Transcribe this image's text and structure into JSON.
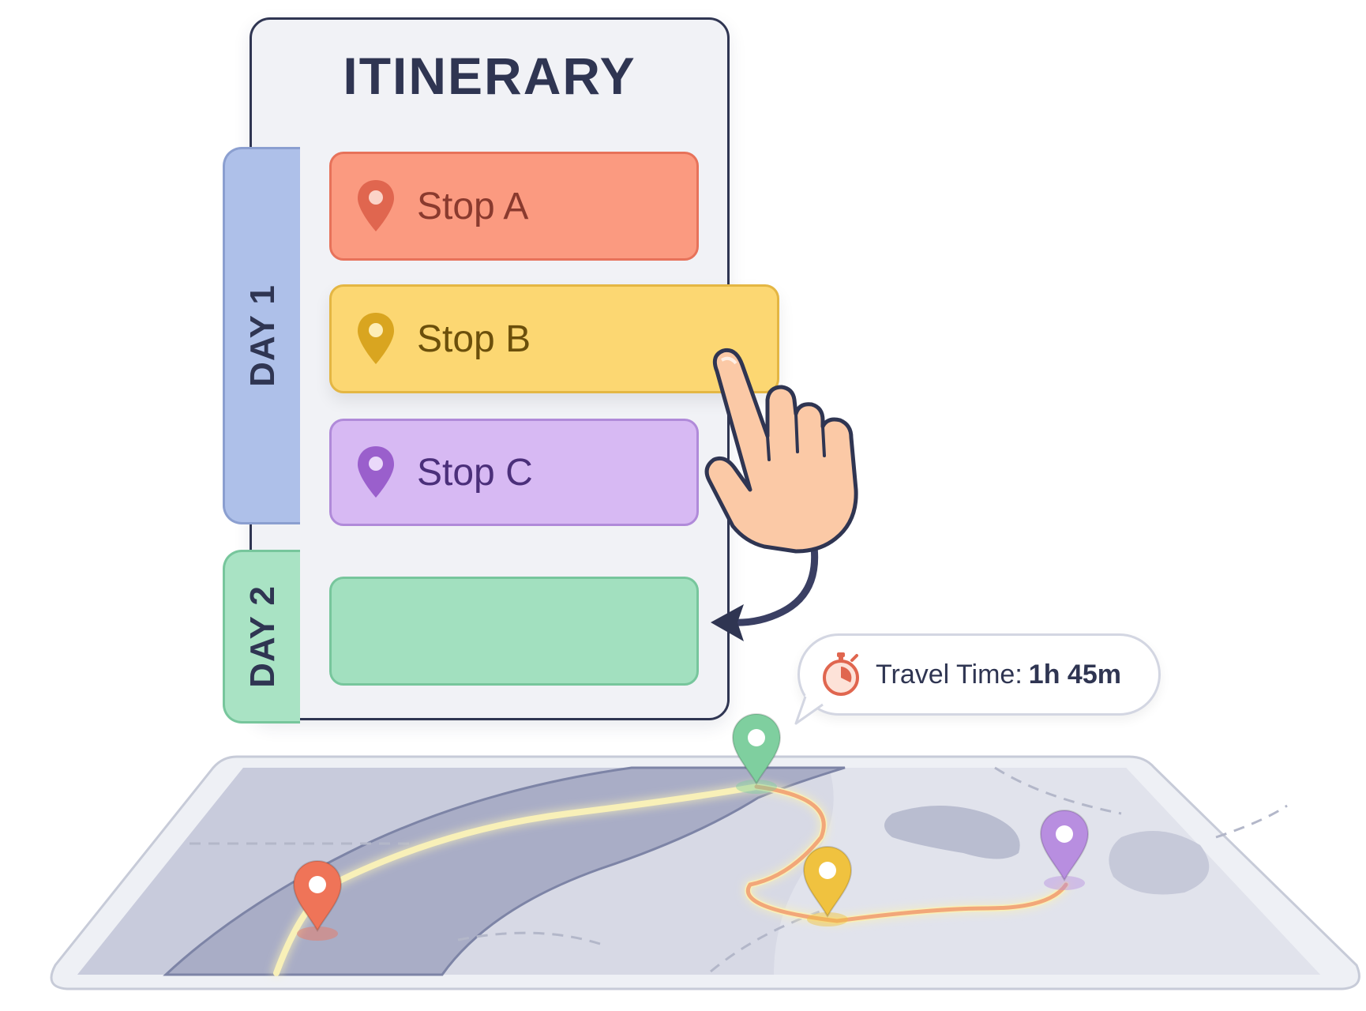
{
  "itinerary": {
    "title": "ITINERARY",
    "days": [
      {
        "label": "DAY 1",
        "color": "#aec0e9"
      },
      {
        "label": "DAY 2",
        "color": "#a9e3c4"
      }
    ],
    "stops": [
      {
        "label": "Stop A",
        "color": "#fb9a80",
        "pin_color": "#e0664f"
      },
      {
        "label": "Stop B",
        "color": "#fcd772",
        "pin_color": "#d9a520"
      },
      {
        "label": "Stop C",
        "color": "#d7b9f3",
        "pin_color": "#9a5fcc"
      }
    ],
    "drop_slot_color": "#a2e0bf"
  },
  "travel_time": {
    "label": "Travel Time:",
    "value": "1h 45m",
    "icon": "stopwatch-icon",
    "icon_color": "#e0664f"
  },
  "map": {
    "pins": [
      {
        "name": "map-pin-stop-a",
        "color": "#ef7458"
      },
      {
        "name": "map-pin-day-2",
        "color": "#7fcf9f"
      },
      {
        "name": "map-pin-stop-b",
        "color": "#f0c23f"
      },
      {
        "name": "map-pin-stop-c",
        "color": "#b88ee0"
      }
    ]
  },
  "icons": {
    "hand": "pointing-hand-icon",
    "arrow": "curved-arrow-icon"
  }
}
